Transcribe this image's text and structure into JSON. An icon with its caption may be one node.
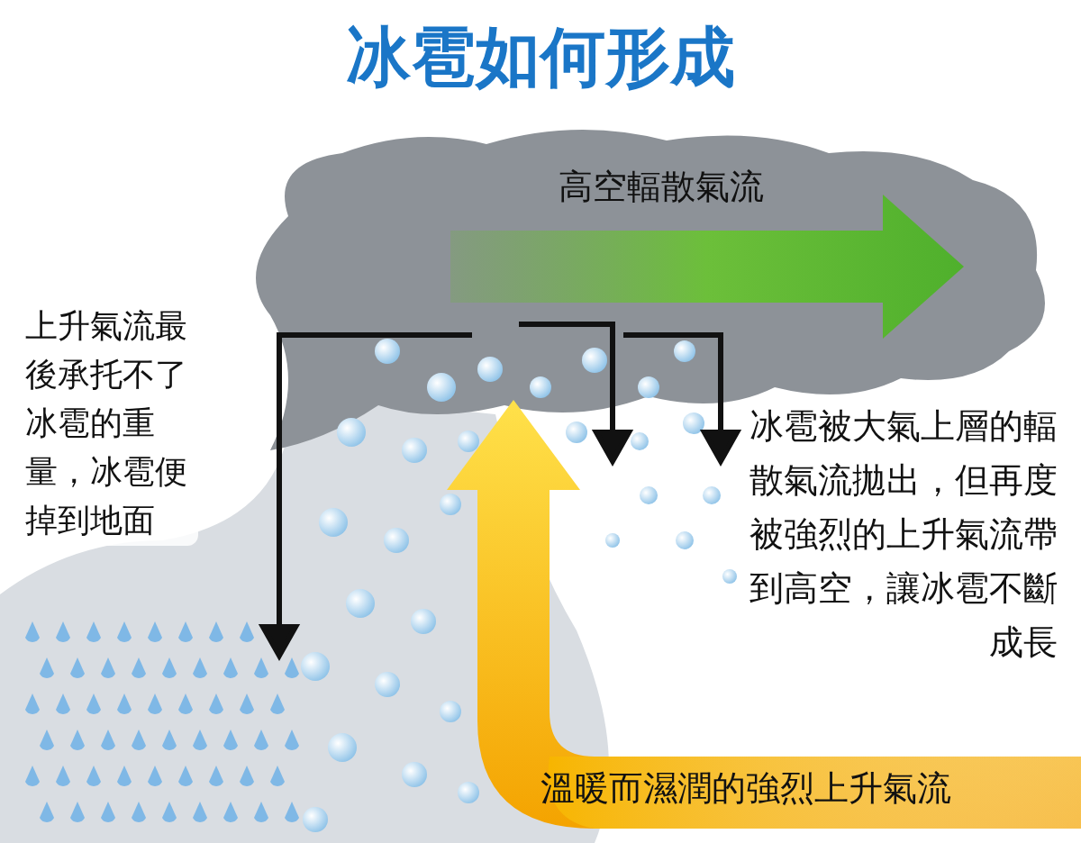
{
  "diagram": {
    "title": "冰雹如何形成",
    "labels": [
      "高空輻散氣流",
      "上升氣流最後承托不了冰雹的重量，冰雹便掉到地面",
      "冰雹被大氣上層的輻散氣流拋出，但再度被強烈的上升氣流帶到高空，讓冰雹不斷成長",
      "溫暖而濕潤的強烈上升氣流"
    ]
  }
}
